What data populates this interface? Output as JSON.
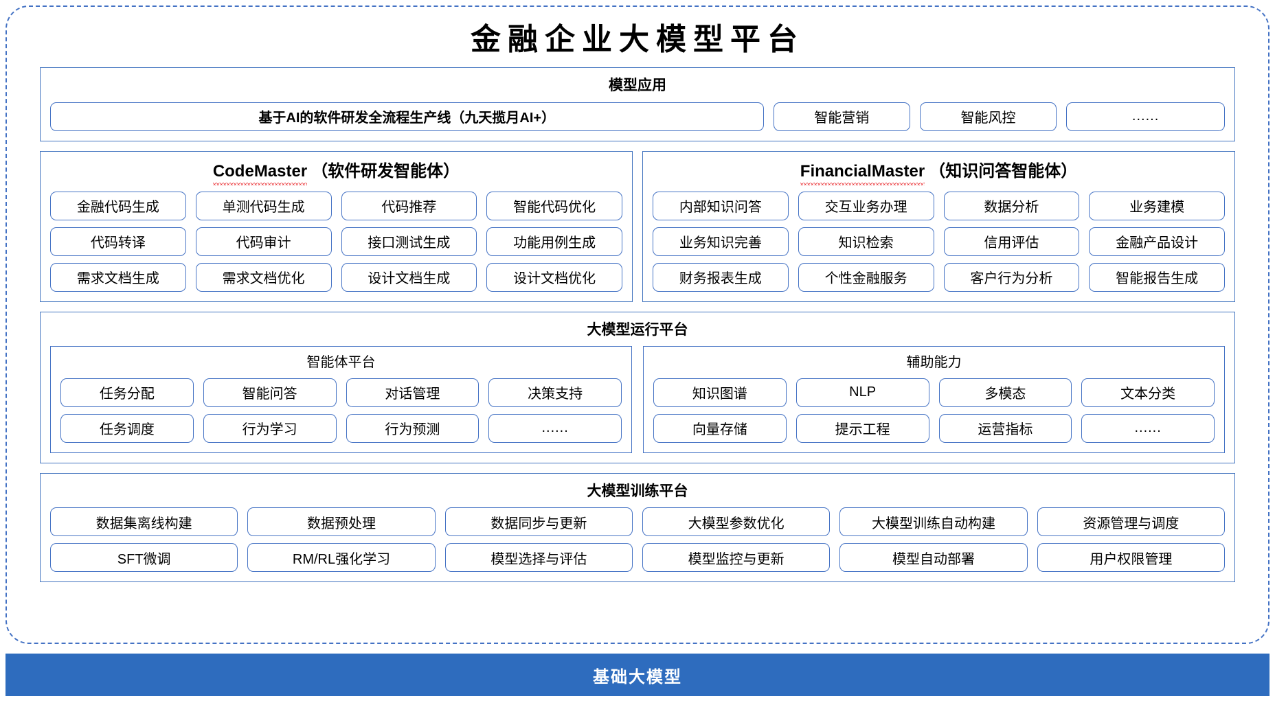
{
  "title": "金融企业大模型平台",
  "colors": {
    "accent": "#4472C4",
    "border": "#3F72BE",
    "base_bar": "#2E6CBE",
    "spellcheck_squiggle": "#E8262A",
    "text": "#000000"
  },
  "model_application": {
    "title": "模型应用",
    "items": [
      {
        "label": "基于AI的软件研发全流程生产线（九天揽月AI+）",
        "emphasis": "bold"
      },
      {
        "label": "智能营销",
        "emphasis": "normal"
      },
      {
        "label": "智能风控",
        "emphasis": "normal"
      },
      {
        "label": "......",
        "emphasis": "dots"
      }
    ]
  },
  "agents": [
    {
      "latin_name": "CodeMaster",
      "cn_name": "（软件研发智能体）",
      "spellchecked": true,
      "items": [
        "金融代码生成",
        "单测代码生成",
        "代码推荐",
        "智能代码优化",
        "代码转译",
        "代码审计",
        "接口测试生成",
        "功能用例生成",
        "需求文档生成",
        "需求文档优化",
        "设计文档生成",
        "设计文档优化"
      ]
    },
    {
      "latin_name": "FinancialMaster",
      "cn_name": "（知识问答智能体）",
      "spellchecked": true,
      "items": [
        "内部知识问答",
        "交互业务办理",
        "数据分析",
        "业务建模",
        "业务知识完善",
        "知识检索",
        "信用评估",
        "金融产品设计",
        "财务报表生成",
        "个性金融服务",
        "客户行为分析",
        "智能报告生成"
      ]
    }
  ],
  "runtime_platform": {
    "title": "大模型运行平台",
    "panels": [
      {
        "title": "智能体平台",
        "items": [
          "任务分配",
          "智能问答",
          "对话管理",
          "决策支持",
          "任务调度",
          "行为学习",
          "行为预测",
          "......"
        ]
      },
      {
        "title": "辅助能力",
        "items": [
          "知识图谱",
          "NLP",
          "多模态",
          "文本分类",
          "向量存储",
          "提示工程",
          "运营指标",
          "......"
        ]
      }
    ]
  },
  "training_platform": {
    "title": "大模型训练平台",
    "items": [
      "数据集离线构建",
      "数据预处理",
      "数据同步与更新",
      "大模型参数优化",
      "大模型训练自动构建",
      "资源管理与调度",
      "SFT微调",
      "RM/RL强化学习",
      "模型选择与评估",
      "模型监控与更新",
      "模型自动部署",
      "用户权限管理"
    ]
  },
  "base_model_bar": {
    "label": "基础大模型"
  }
}
